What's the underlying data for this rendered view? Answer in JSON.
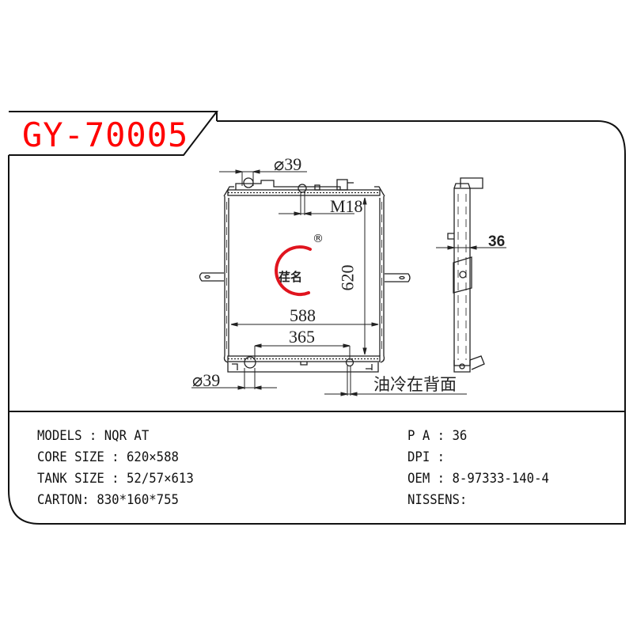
{
  "header": {
    "part_code": "GY-70005",
    "code_color": "#ff0000"
  },
  "drawing": {
    "front_view": {
      "top_inlet_diameter": "⌀39",
      "thread_label": "M18",
      "height_label": "620",
      "width_label": "588",
      "outlet_spacing_label": "365",
      "bottom_outlet_diameter": "⌀39",
      "oil_cooler_note": "油冷在背面"
    },
    "side_view": {
      "thickness_label": "36"
    },
    "logo": {
      "text": "荏名",
      "registered_mark": "®",
      "arc_color": "#e0141e"
    }
  },
  "specs": {
    "left": [
      {
        "label": "MODELS : ",
        "value": "NQR AT"
      },
      {
        "label": "CORE SIZE : ",
        "value": "620×588"
      },
      {
        "label": "TANK SIZE : ",
        "value": "52/57×613"
      },
      {
        "label": "CARTON: ",
        "value": "830*160*755"
      }
    ],
    "right": [
      {
        "label": "P A : ",
        "value": "36"
      },
      {
        "label": "DPI : ",
        "value": ""
      },
      {
        "label": "OEM : ",
        "value": "8-97333-140-4"
      },
      {
        "label": "NISSENS:",
        "value": ""
      }
    ]
  }
}
